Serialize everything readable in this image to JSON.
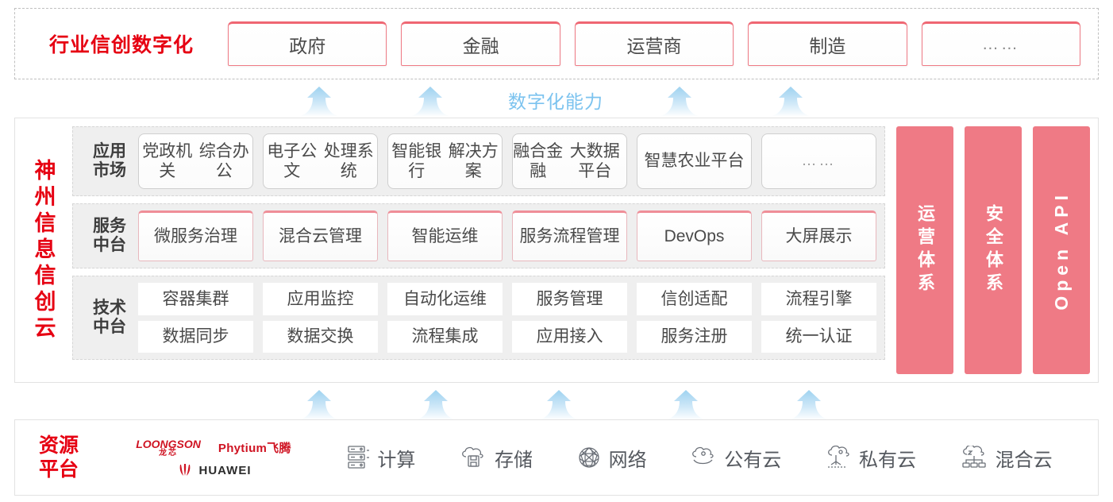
{
  "industry": {
    "title": "行业信创数字化",
    "cards": [
      "政府",
      "金融",
      "运营商",
      "制造",
      "……"
    ]
  },
  "capability": {
    "label": "数字化能力",
    "arrow_count_top": 4,
    "arrow_count_bottom": 5
  },
  "cloud": {
    "title": "神州信息信创云",
    "layers": [
      {
        "label_lines": [
          "应用",
          "市场"
        ],
        "cells": [
          "党政机关\n综合办公",
          "电子公文\n处理系统",
          "智能银行\n解决方案",
          "融合金融\n大数据平台",
          "智慧农业\n平台",
          "……"
        ]
      },
      {
        "label_lines": [
          "服务",
          "中台"
        ],
        "cells": [
          "微服务\n治理",
          "混合云\n管理",
          "智能运维",
          "服务流程\n管理",
          "DevOps",
          "大屏展示"
        ]
      },
      {
        "label_lines": [
          "技术",
          "中台"
        ],
        "row1": [
          "容器集群",
          "应用监控",
          "自动化运维",
          "服务管理",
          "信创适配",
          "流程引擎"
        ],
        "row2": [
          "数据同步",
          "数据交换",
          "流程集成",
          "应用接入",
          "服务注册",
          "统一认证"
        ]
      }
    ],
    "pillars": [
      {
        "text": "运营体系",
        "type": "cn"
      },
      {
        "text": "安全体系",
        "type": "cn"
      },
      {
        "text": "Open API",
        "type": "en"
      }
    ]
  },
  "resource": {
    "title_lines": [
      "资源",
      "平台"
    ],
    "vendors": [
      {
        "name": "LOONGSON",
        "sub": "龙芯",
        "id": "loongson-logo"
      },
      {
        "name": "Phytium飞腾",
        "id": "phytium-logo"
      },
      {
        "name": "HUAWEI",
        "id": "huawei-logo"
      }
    ],
    "items": [
      {
        "label": "计算",
        "icon": "server-icon"
      },
      {
        "label": "存储",
        "icon": "cloud-storage-icon"
      },
      {
        "label": "网络",
        "icon": "network-globe-icon"
      },
      {
        "label": "公有云",
        "icon": "public-cloud-icon"
      },
      {
        "label": "私有云",
        "icon": "private-cloud-icon"
      },
      {
        "label": "混合云",
        "icon": "hybrid-cloud-icon"
      }
    ]
  },
  "colors": {
    "brand_red": "#e60012",
    "pink": "#ef7a85",
    "arrow_blue": "#7cc3ef",
    "band_gray": "#efefef"
  }
}
